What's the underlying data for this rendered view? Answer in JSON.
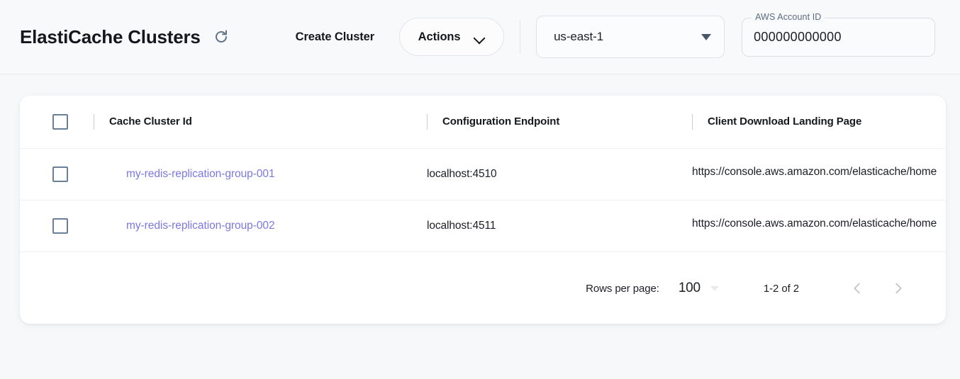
{
  "header": {
    "title": "ElastiCache Clusters",
    "refresh_icon": "refresh-icon",
    "create_cluster_label": "Create Cluster",
    "actions_label": "Actions",
    "actions_caret_icon": "chevron-down-icon",
    "region": {
      "value": "us-east-1",
      "caret_icon": "caret-down-icon"
    },
    "account": {
      "legend": "AWS Account ID",
      "value": "000000000000"
    }
  },
  "table": {
    "columns": [
      {
        "key": "select",
        "label": ""
      },
      {
        "key": "cluster_id",
        "label": "Cache Cluster Id"
      },
      {
        "key": "config_endpoint",
        "label": "Configuration Endpoint"
      },
      {
        "key": "landing_page",
        "label": "Client Download Landing Page"
      }
    ],
    "rows": [
      {
        "cluster_id": "my-redis-replication-group-001",
        "config_endpoint": "localhost:4510",
        "landing_page": "https://console.aws.amazon.com/elasticache/home"
      },
      {
        "cluster_id": "my-redis-replication-group-002",
        "config_endpoint": "localhost:4511",
        "landing_page": "https://console.aws.amazon.com/elasticache/home"
      }
    ]
  },
  "pagination": {
    "rows_per_page_label": "Rows per page:",
    "rows_per_page_value": "100",
    "range_label": "1-2 of 2",
    "prev_icon": "chevron-left-icon",
    "next_icon": "chevron-right-icon"
  },
  "colors": {
    "link": "#7b77e4",
    "page_background": "#f7f8fa",
    "card_background": "#ffffff",
    "checkbox_border": "#6b7f99"
  }
}
